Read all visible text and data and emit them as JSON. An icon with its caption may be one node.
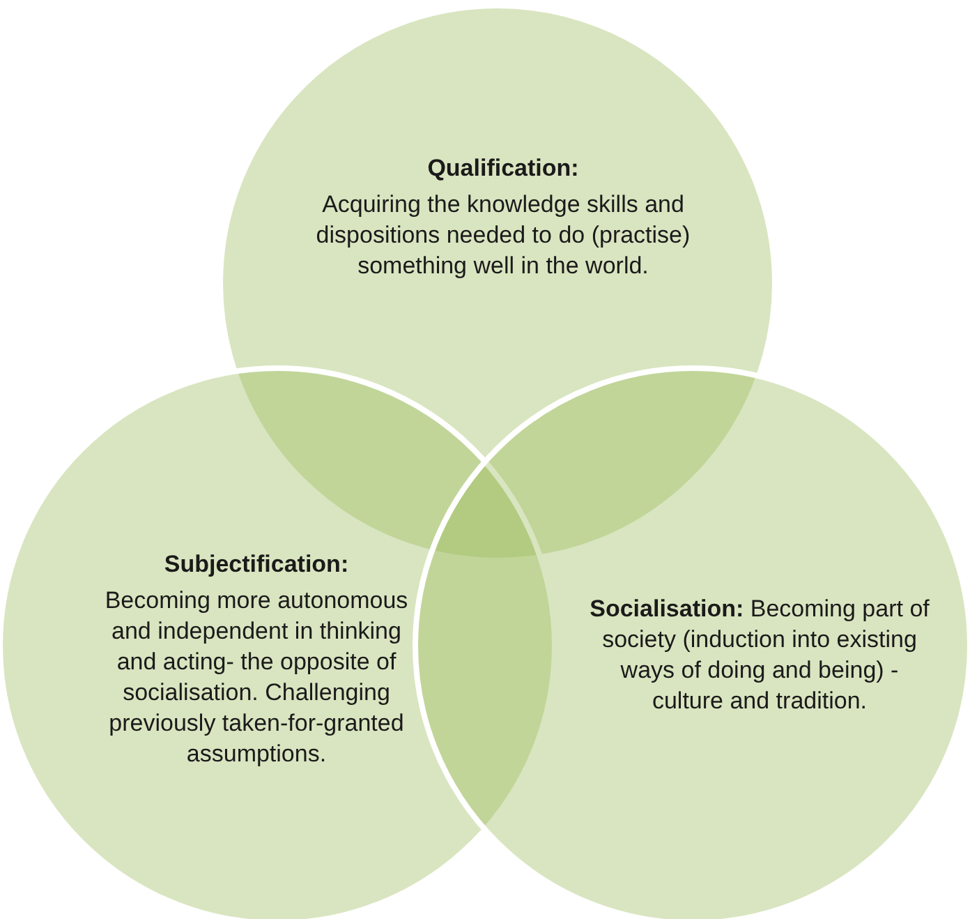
{
  "diagram": {
    "nodes": [
      {
        "text": [
          "Qualification:",
          "Acquiring the knowledge skills and dispositions needed to do (practise) something well in the world."
        ]
      },
      {
        "text": [
          "Subjectification:",
          "Becoming more autonomous and independent in thinking and acting- the opposite of socialisation. Challenging previously taken-for-granted assumptions."
        ]
      },
      {
        "text": [
          "**Socialisation:** Becoming part of society (induction into existing ways of doing and being) - culture and tradition."
        ]
      }
    ]
  }
}
